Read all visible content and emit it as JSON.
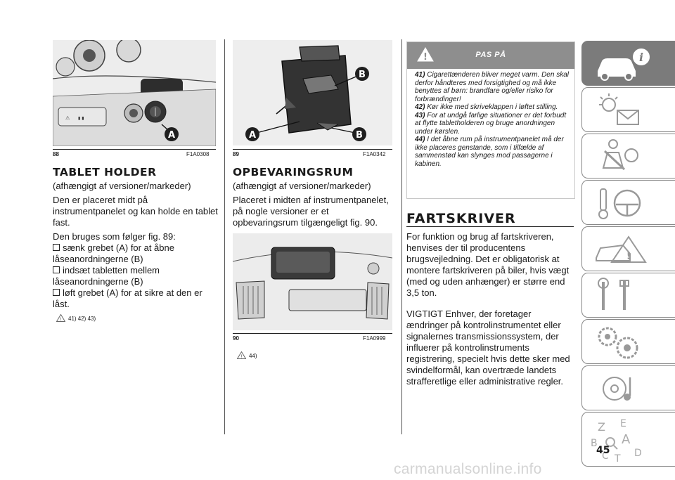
{
  "col1": {
    "figure": {
      "number": "88",
      "code": "F1A0308",
      "callouts": [
        "A"
      ]
    },
    "heading": "TABLET HOLDER",
    "subheading": "(afhængigt af versioner/markeder)",
    "para1": "Den er placeret midt på instrumentpanelet og kan holde en tablet fast.",
    "para2": "Den bruges som følger fig. 89:",
    "steps": [
      "sænk grebet (A) for at åbne låseanordningerne (B)",
      "indsæt tabletten mellem låseanordningerne (B)",
      "løft grebet (A) for at sikre at den er låst."
    ],
    "warning_refs": "41)  42)  43)"
  },
  "col2": {
    "figure1": {
      "number": "89",
      "code": "F1A0342",
      "callouts": [
        "B",
        "A",
        "B"
      ]
    },
    "heading": "OPBEVARINGSRUM",
    "subheading": "(afhængigt af versioner/markeder)",
    "para1": "Placeret i midten af instrumentpanelet, på nogle versioner er et opbevaringsrum tilgængeligt fig. 90.",
    "figure2": {
      "number": "90",
      "code": "F1A0999"
    },
    "warning_refs": "44)"
  },
  "col3": {
    "warning_box": {
      "title": "PAS PÅ",
      "items": [
        {
          "num": "41)",
          "text": "Cigarettænderen bliver meget varm. Den skal derfor håndteres med forsigtighed og må ikke benyttes af børn: brandfare og/eller risiko for forbrændinger!"
        },
        {
          "num": "42)",
          "text": "Kør ikke med skriveklappen i løftet stilling."
        },
        {
          "num": "43)",
          "text": "For at undgå farlige situationer er det forbudt at flytte tabletholderen og bruge anordningen under kørslen."
        },
        {
          "num": "44)",
          "text": "I det åbne rum på instrumentpanelet må der ikke placeres genstande, som i tilfælde af sammenstød kan slynges mod passagerne i kabinen."
        }
      ]
    },
    "heading": "FARTSKRIVER",
    "para1": "For funktion og brug af fartskriveren, henvises der til producentens brugsvejledning. Det er obligatorisk at montere fartskriveren på biler, hvis vægt (med og uden anhænger) er større end 3,5 ton.",
    "para2": "VIGTIGT Enhver, der foretager ændringer på kontrolinstrumentet eller signalernes transmissionssystem, der influerer på kontrolinstruments registrering, specielt hvis dette sker med svindelformål, kan overtræde landets strafferetlige eller administrative regler."
  },
  "sidebar": {
    "tabs": [
      "car-info-icon",
      "warning-lights-icon",
      "safety-airbag-icon",
      "starting-driving-icon",
      "emergency-icon",
      "maintenance-icon",
      "technical-data-icon",
      "multimedia-icon",
      "index-icon"
    ],
    "index_letters": [
      "Z",
      "E",
      "B",
      "A",
      "C",
      "T",
      "D"
    ]
  },
  "page_number": "45",
  "watermark": "carmanualsonline.info",
  "colors": {
    "tab_active": "#7b7b7b",
    "warning_header": "#8e8e8e",
    "text": "#1a1a1a"
  }
}
